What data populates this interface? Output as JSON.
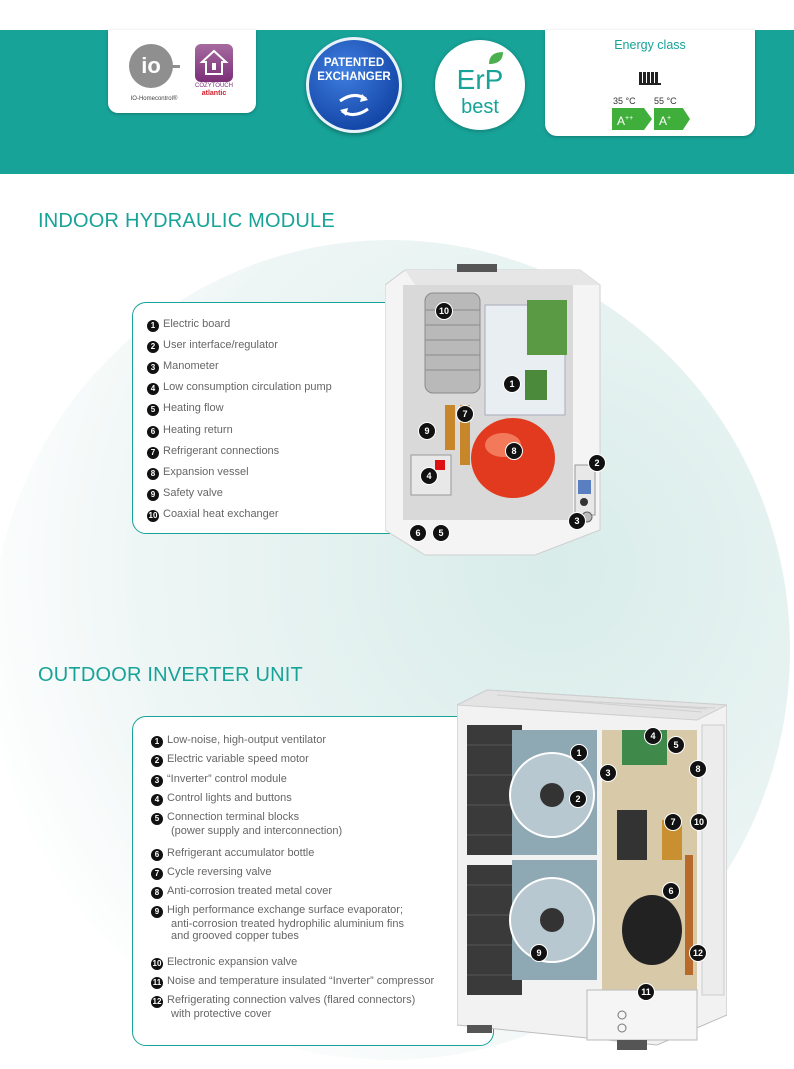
{
  "header": {
    "io_logo_text": "io",
    "io_caption": "IO-Homecontrol®",
    "cozytouch_label": "COZYTOUCH",
    "atlantic_label": "atlantic",
    "patent_line1": "PATENTED",
    "patent_line2": "EXCHANGER",
    "erp_line1": "ErP",
    "erp_line2": "best",
    "energy_title": "Energy class",
    "temp_35": "35 °C",
    "temp_55": "55 °C",
    "class_35": "A",
    "class_35_sup": "++",
    "class_55": "A",
    "class_55_sup": "+",
    "colors": {
      "teal": "#17a398",
      "green_arrow": "#3fae3a",
      "patent_blue": "#1447a8"
    }
  },
  "indoor": {
    "title": "INDOOR HYDRAULIC MODULE",
    "items": [
      {
        "num": "1",
        "label": "Electric board"
      },
      {
        "num": "2",
        "label": "User interface/regulator"
      },
      {
        "num": "3",
        "label": "Manometer"
      },
      {
        "num": "4",
        "label": "Low consumption circulation pump"
      },
      {
        "num": "5",
        "label": "Heating flow"
      },
      {
        "num": "6",
        "label": "Heating return"
      },
      {
        "num": "7",
        "label": "Refrigerant connections"
      },
      {
        "num": "8",
        "label": "Expansion vessel"
      },
      {
        "num": "9",
        "label": "Safety valve"
      },
      {
        "num": "10",
        "label": "Coaxial heat exchanger"
      }
    ]
  },
  "outdoor": {
    "title": "OUTDOOR INVERTER UNIT",
    "items": [
      {
        "num": "1",
        "label": "Low-noise, high-output ventilator"
      },
      {
        "num": "2",
        "label": "Electric variable speed motor"
      },
      {
        "num": "3",
        "label": "“Inverter” control module"
      },
      {
        "num": "4",
        "label": "Control lights and buttons"
      },
      {
        "num": "5",
        "label": "Connection terminal blocks",
        "cont": [
          "(power supply and interconnection)"
        ]
      },
      {
        "num": "6",
        "label": "Refrigerant accumulator bottle"
      },
      {
        "num": "7",
        "label": "Cycle reversing valve"
      },
      {
        "num": "8",
        "label": "Anti-corrosion treated metal cover"
      },
      {
        "num": "9",
        "label": "High performance exchange surface evaporator;",
        "cont": [
          "anti-corrosion treated hydrophilic aluminium fins",
          "and grooved copper tubes"
        ]
      },
      {
        "num": "10",
        "label": "Electronic expansion valve"
      },
      {
        "num": "11",
        "label": "Noise and temperature insulated “Inverter” compressor"
      },
      {
        "num": "12",
        "label": "Refrigerating connection valves (flared connectors)",
        "cont": [
          "with protective cover"
        ]
      }
    ]
  }
}
